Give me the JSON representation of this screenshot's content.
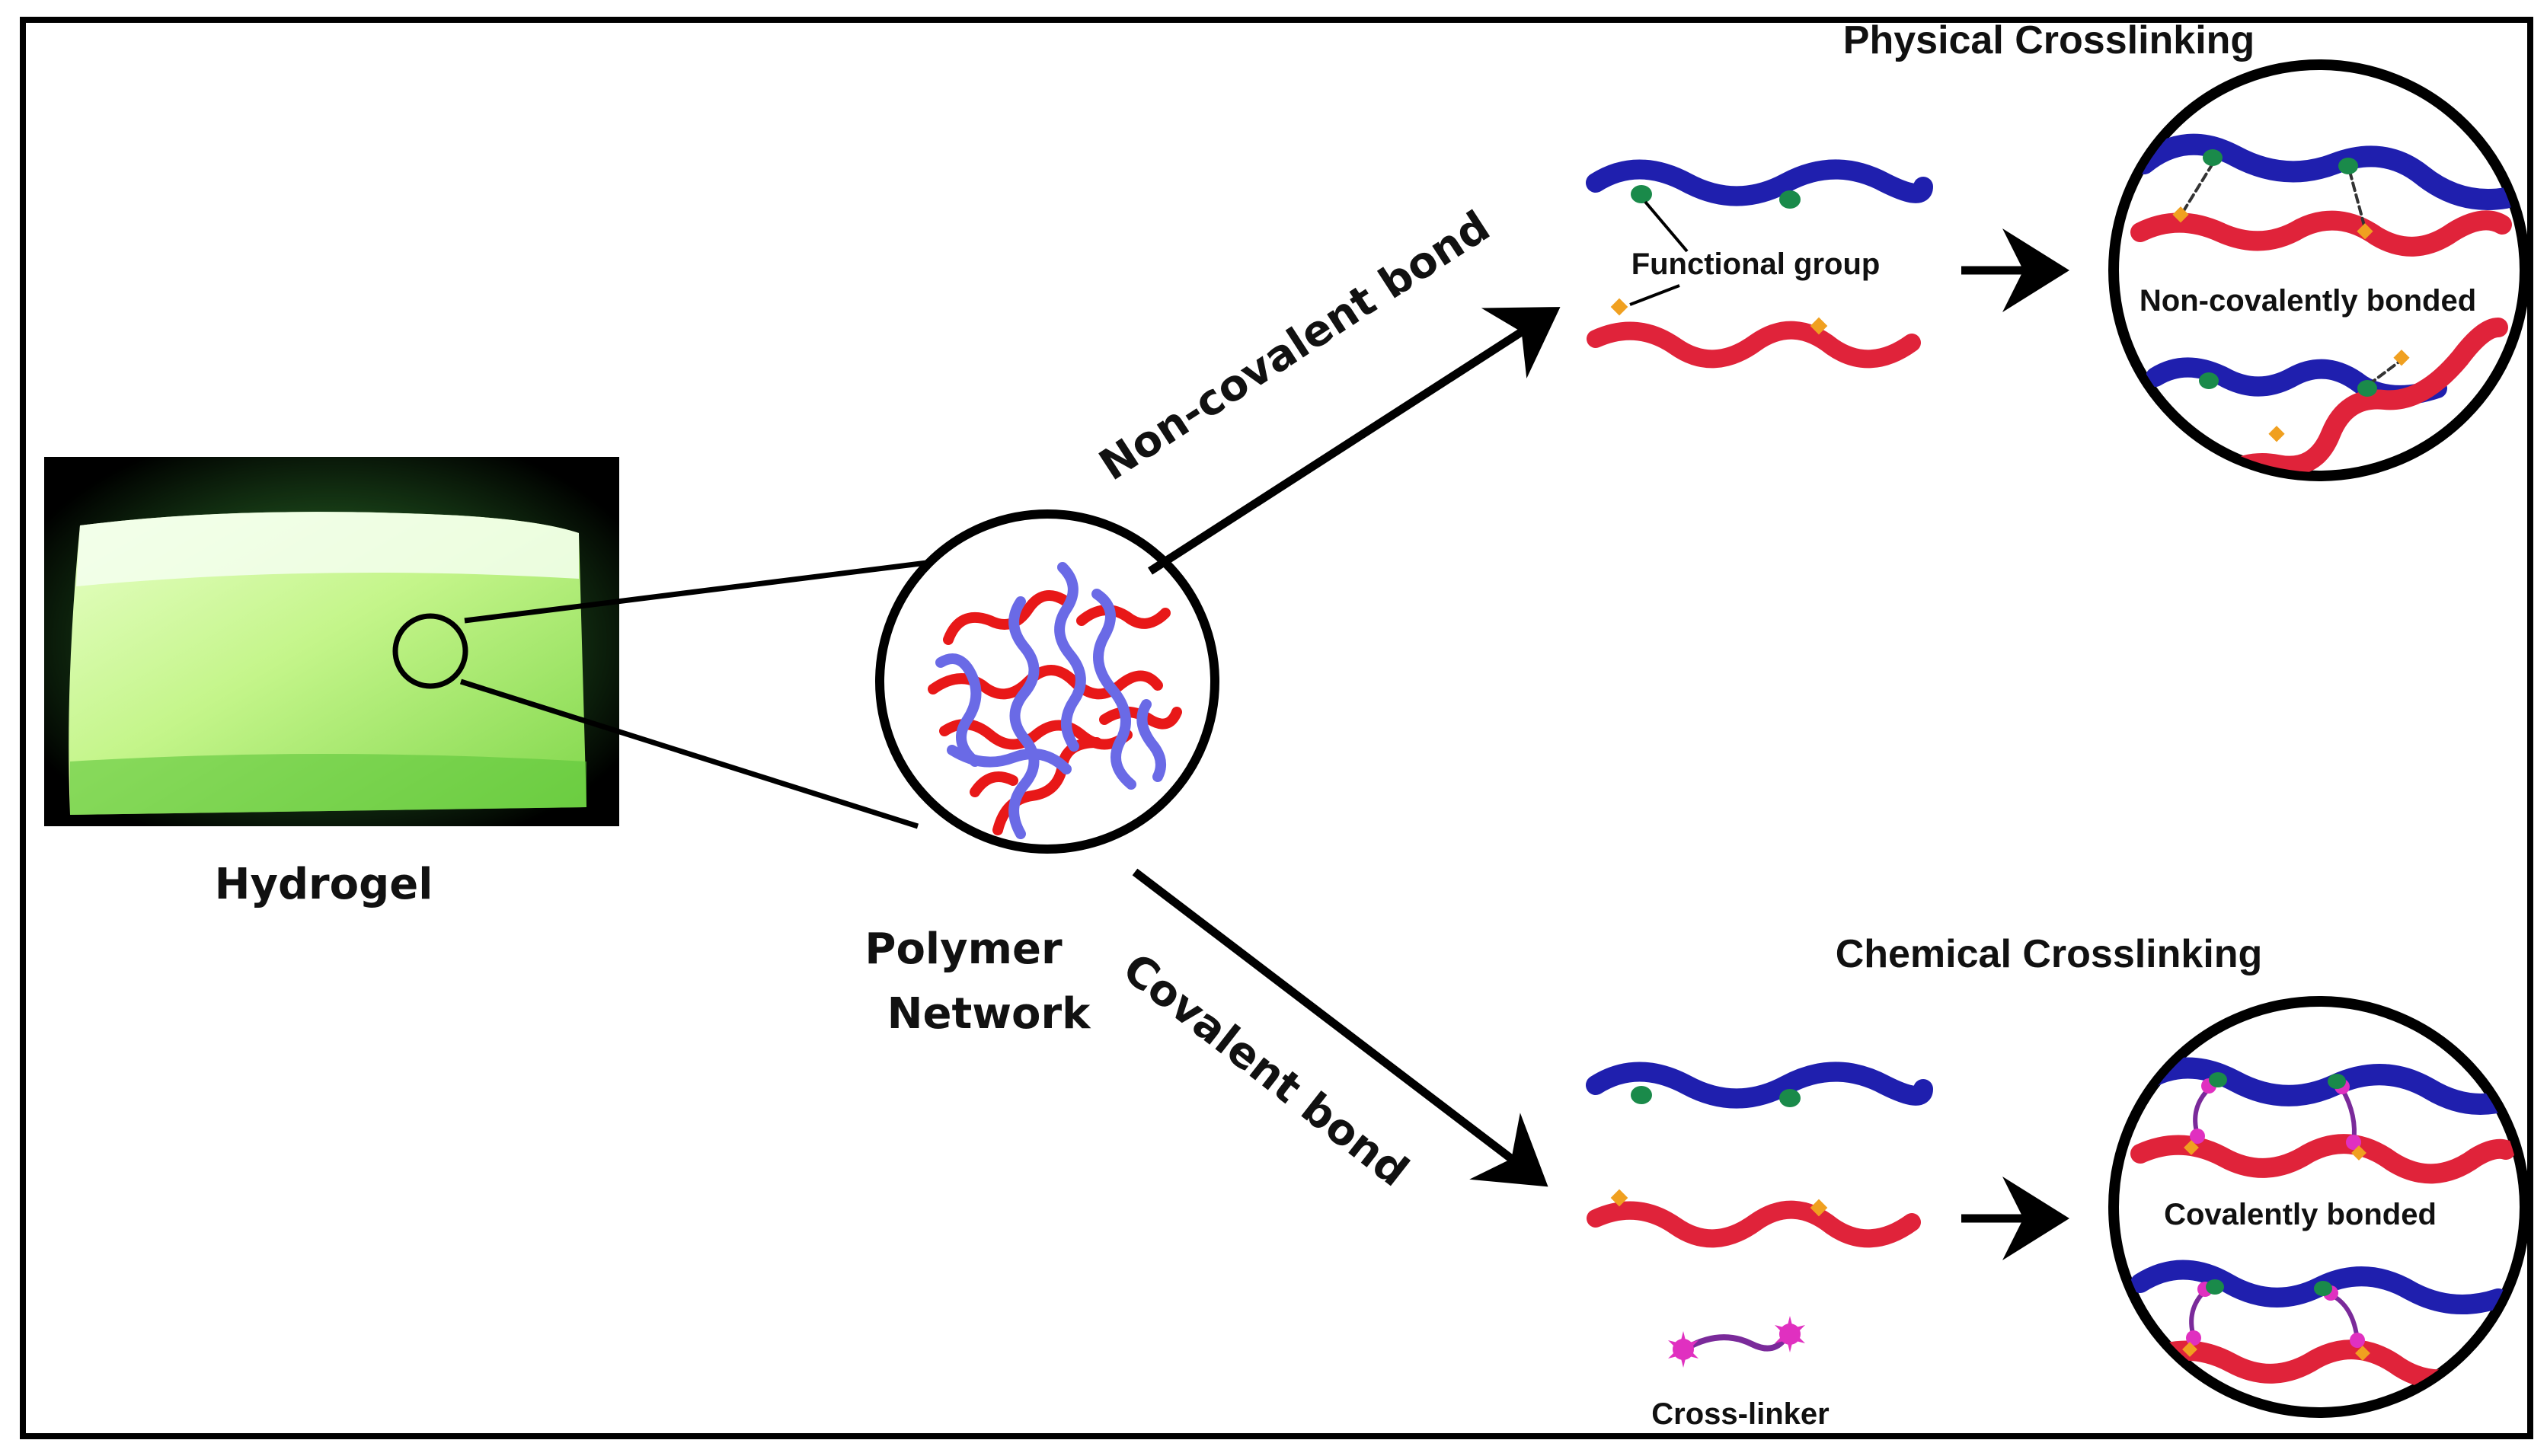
{
  "hydrogel_label": "Hydrogel",
  "network_label_line1": "Polymer",
  "network_label_line2": "Network",
  "noncovalent_arrow_label": "Non-covalent bond",
  "covalent_arrow_label": "Covalent bond",
  "physical": {
    "title": "Physical Crosslinking",
    "functional_group_label": "Functional group",
    "result_label": "Non-covalently bonded"
  },
  "chemical": {
    "title": "Chemical Crosslinking",
    "crosslinker_label": "Cross-linker",
    "result_label": "Covalently bonded"
  },
  "colors": {
    "blue_chain": "#1f1fae",
    "red_chain": "#e0233a",
    "network_blue": "#6a6ae6",
    "network_red": "#e81818",
    "functional_green": "#1a8a4a",
    "functional_orange": "#f0a020",
    "crosslinker_magenta": "#e030c0",
    "hydrogel_green": "#b8f070"
  },
  "icons": {
    "hydrogel_photo": "green-hydrogel-block-image",
    "zoom_circle": "magnifier-circle-icon"
  }
}
